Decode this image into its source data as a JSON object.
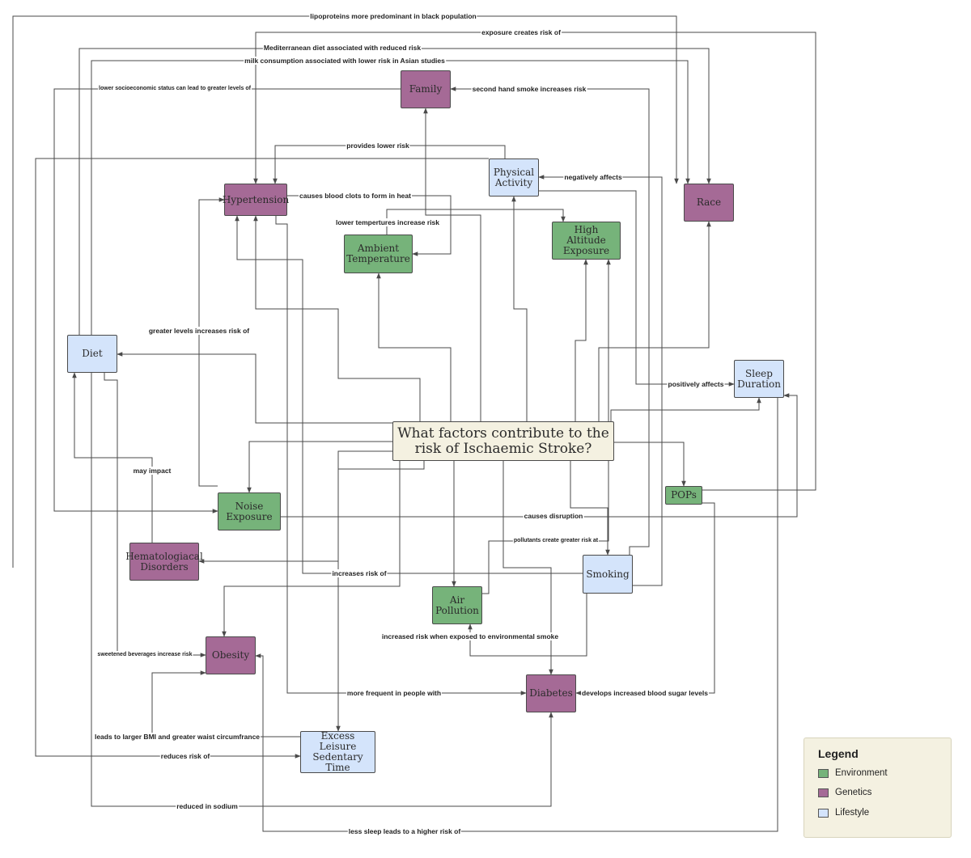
{
  "nodes": {
    "center": "What factors contribute to the risk of Ischaemic Stroke?",
    "family": "Family",
    "physical_activity": "Physical Activity",
    "race": "Race",
    "hypertension": "Hypertension",
    "ambient_temperature": "Ambient Temperature",
    "high_altitude": "High Altitude Exposure",
    "diet": "Diet",
    "sleep_duration": "Sleep Duration",
    "noise_exposure": "Noise Exposure",
    "pops": "POPs",
    "hematological": "Hematologiacal Disorders",
    "smoking": "Smoking",
    "air_pollution": "Air Pollution",
    "obesity": "Obesity",
    "diabetes": "Diabetes",
    "excess_leisure": "Excess Leisure Sedentary Time"
  },
  "edge_labels": {
    "lipoproteins": "lipoproteins more predominant in black population",
    "exposure": "exposure creates risk of",
    "mediterranean": "Mediterranean diet associated with reduced risk",
    "milk": "milk consumption associated with lower risk in Asian studies",
    "socioeconomic": "lower socioeconomic status can lead to greater levels of",
    "second_hand": "second hand smoke increases risk",
    "provides_lower": "provides lower risk",
    "negatively": "negatively affects",
    "blood_clots": "causes blood clots to form in heat",
    "lower_temp": "lower tempertures increase risk",
    "greater_levels": "greater levels increases risk of",
    "positively": "positively affects",
    "may_impact": "may impact",
    "causes_disruption": "causes disruption",
    "pollutants": "pollutants create greater risk at",
    "increases_risk": "increases risk of",
    "env_smoke": "increased risk when exposed to environmental smoke",
    "sweetened": "sweetened beverages increase risk",
    "more_frequent": "more frequent in people with",
    "blood_sugar": "develops increased blood sugar levels",
    "bmi": "leads to larger BMI and greater waist circumfrance",
    "reduces_risk": "reduces risk of",
    "sodium": "reduced in sodium",
    "less_sleep": "less sleep leads to a higher risk of"
  },
  "legend": {
    "title": "Legend",
    "items": [
      {
        "label": "Environment",
        "color": "#76b37a"
      },
      {
        "label": "Genetics",
        "color": "#a56a96"
      },
      {
        "label": "Lifestyle",
        "color": "#d4e4fb"
      }
    ]
  },
  "colors": {
    "environment": "#76b37a",
    "genetics": "#a56a96",
    "lifestyle": "#d4e4fb",
    "central": "#f4f1e1",
    "connector": "#4a4a4a"
  }
}
